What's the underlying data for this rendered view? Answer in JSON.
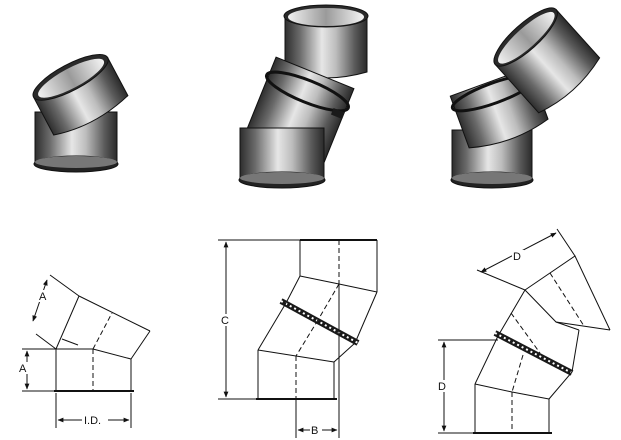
{
  "figures": {
    "elbow_30": {
      "dim_a_upper": "A",
      "dim_a_lower": "A",
      "dim_id": "I.D."
    },
    "offset_adjustable": {
      "dim_c": "C",
      "dim_b": "B"
    },
    "elbow_adjustable": {
      "dim_d_upper": "D",
      "dim_d_lower": "D"
    }
  },
  "colors": {
    "metal_dark": "#2e2e2e",
    "metal_mid": "#8c8c8c",
    "metal_light": "#e6e6e6",
    "outline": "#111111",
    "band": "#1a1a1a"
  },
  "icon_names": [
    "elbow-30-render",
    "offset-adjustable-render",
    "elbow-adjustable-render"
  ]
}
